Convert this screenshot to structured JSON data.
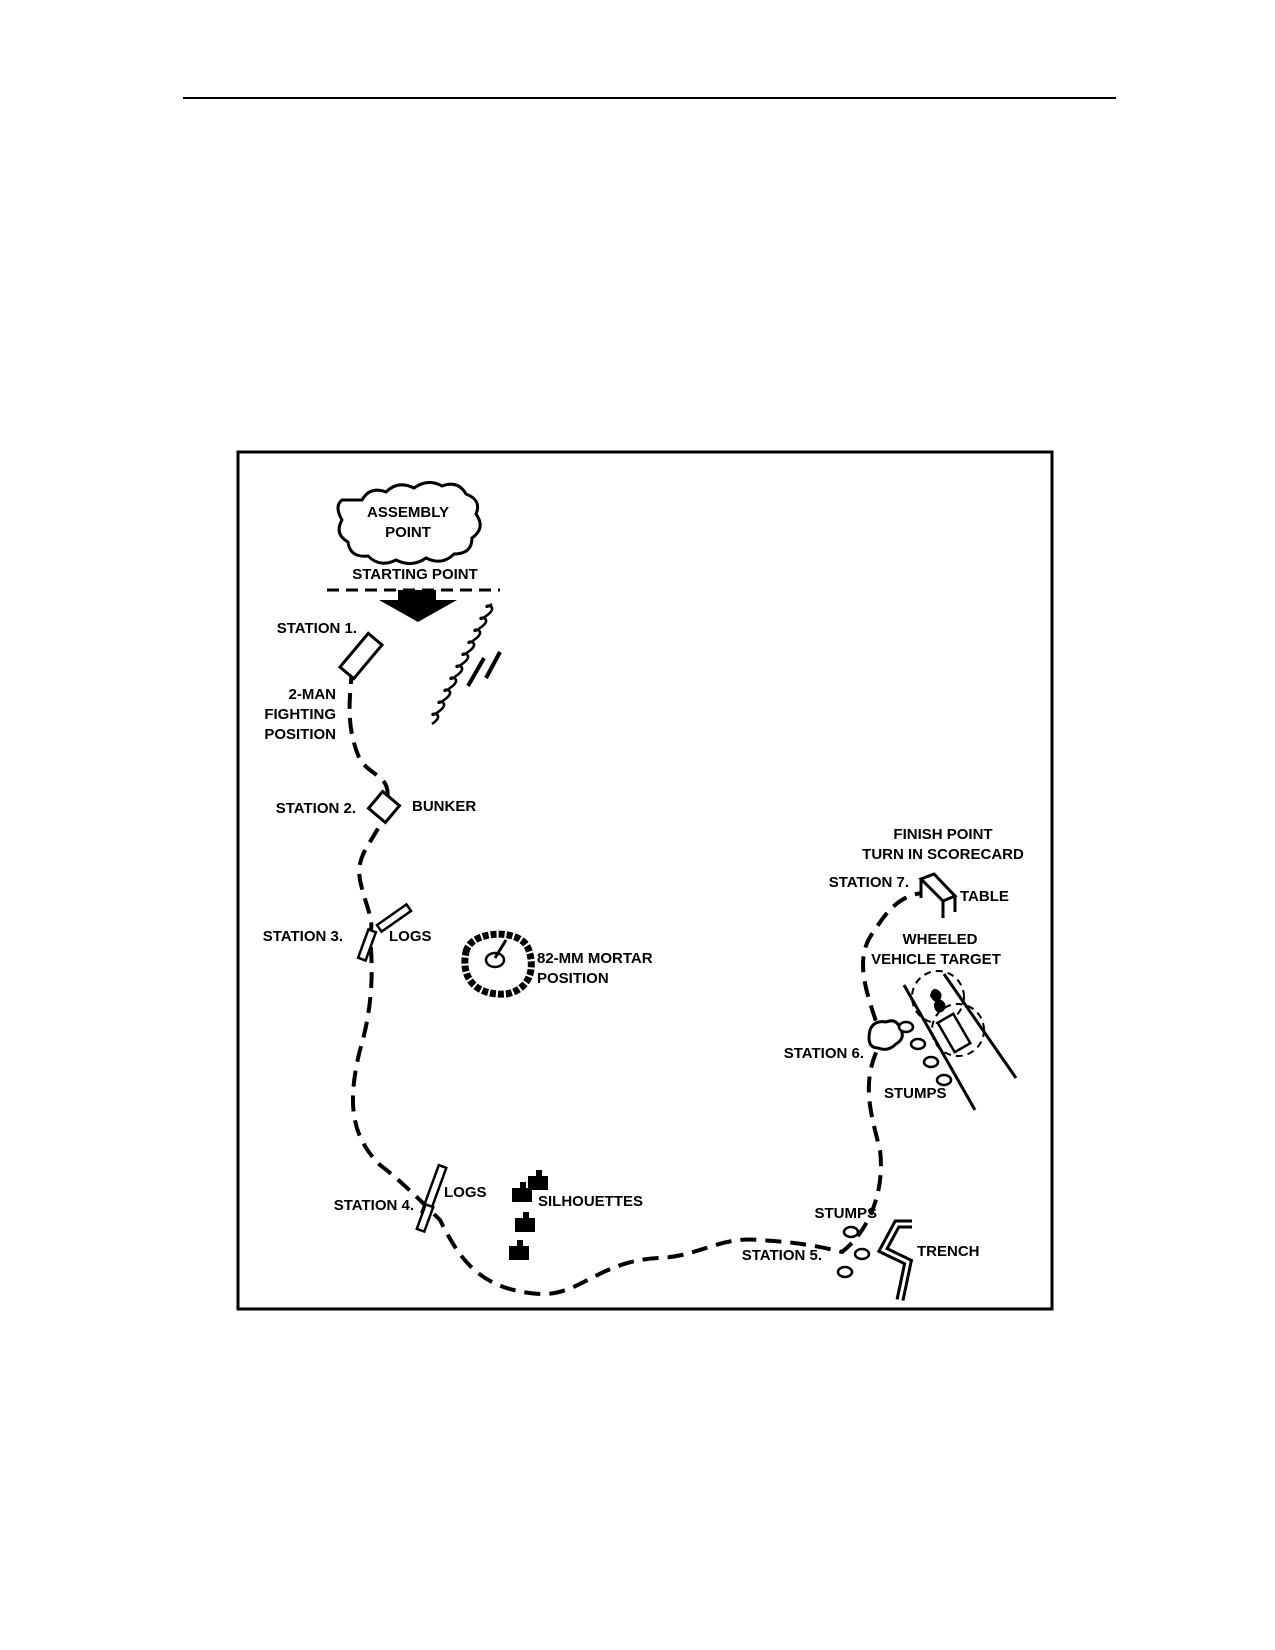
{
  "labels": {
    "assembly_line1": "ASSEMBLY",
    "assembly_line2": "POINT",
    "starting_point": "STARTING POINT",
    "station1": "STATION 1.",
    "fighting_line1": "2-MAN",
    "fighting_line2": "FIGHTING",
    "fighting_line3": "POSITION",
    "station2": "STATION 2.",
    "bunker": "BUNKER",
    "station3": "STATION 3.",
    "logs3": "LOGS",
    "mortar_line1": "82-MM MORTAR",
    "mortar_line2": "POSITION",
    "station4": "STATION 4.",
    "logs4": "LOGS",
    "silhouettes": "SILHOUETTES",
    "stumps5": "STUMPS",
    "station5": "STATION 5.",
    "trench": "TRENCH",
    "station6": "STATION 6.",
    "stumps6": "STUMPS",
    "vehicle_line1": "WHEELED",
    "vehicle_line2": "VEHICLE TARGET",
    "station7": "STATION 7.",
    "table": "TABLE",
    "finish_line1": "FINISH POINT",
    "finish_line2": "TURN IN SCORECARD"
  }
}
